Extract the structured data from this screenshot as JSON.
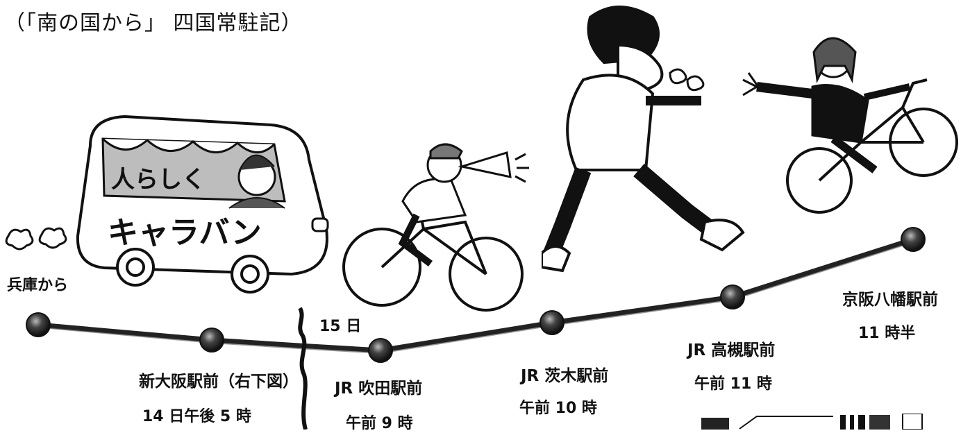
{
  "caption": "（「南の国から」 四国常駐記）",
  "origin_label": "兵庫から",
  "day_marker": "15 日",
  "stops": [
    {
      "name": "新大阪駅前（右下図）",
      "time": "14 日午後 5 時"
    },
    {
      "name": "JR 吹田駅前",
      "time": "午前 9 時"
    },
    {
      "name": "JR 茨木駅前",
      "time": "午前 10 時"
    },
    {
      "name": "JR 高槻駅前",
      "time": "午前 11 時"
    },
    {
      "name": "京阪八幡駅前",
      "time": "11 時半"
    }
  ],
  "bus_banner": "人らしくキャラバン",
  "icons": {
    "bus": "caravan-bus-illustration",
    "cyclist": "cyclist-megaphone-illustration",
    "runner": "runner-illustration",
    "welcomer": "girl-on-bicycle-illustration"
  },
  "colors": {
    "ink": "#111111",
    "background": "#ffffff",
    "node": "#333333"
  }
}
